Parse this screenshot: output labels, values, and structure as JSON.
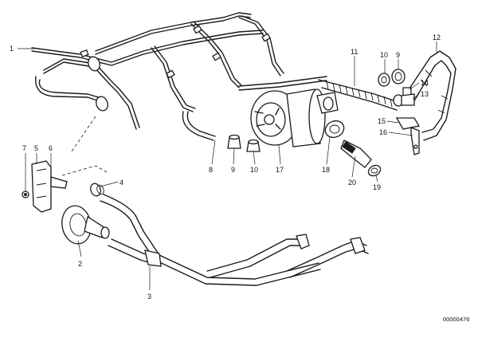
{
  "diagram": {
    "callouts": [
      {
        "id": "c1",
        "label": "1"
      },
      {
        "id": "c7",
        "label": "7"
      },
      {
        "id": "c5",
        "label": "5"
      },
      {
        "id": "c6",
        "label": "6"
      },
      {
        "id": "c4",
        "label": "4"
      },
      {
        "id": "c2",
        "label": "2"
      },
      {
        "id": "c3",
        "label": "3"
      },
      {
        "id": "c8",
        "label": "8"
      },
      {
        "id": "c9a",
        "label": "9"
      },
      {
        "id": "c10a",
        "label": "10"
      },
      {
        "id": "c17",
        "label": "17"
      },
      {
        "id": "c18",
        "label": "18"
      },
      {
        "id": "c20",
        "label": "20"
      },
      {
        "id": "c19",
        "label": "19"
      },
      {
        "id": "c11",
        "label": "11"
      },
      {
        "id": "c10b",
        "label": "10"
      },
      {
        "id": "c9b",
        "label": "9"
      },
      {
        "id": "c12",
        "label": "12"
      },
      {
        "id": "c14",
        "label": "14"
      },
      {
        "id": "c13",
        "label": "13"
      },
      {
        "id": "c15",
        "label": "15"
      },
      {
        "id": "c16",
        "label": "16"
      }
    ],
    "doc_number": "00000476"
  }
}
